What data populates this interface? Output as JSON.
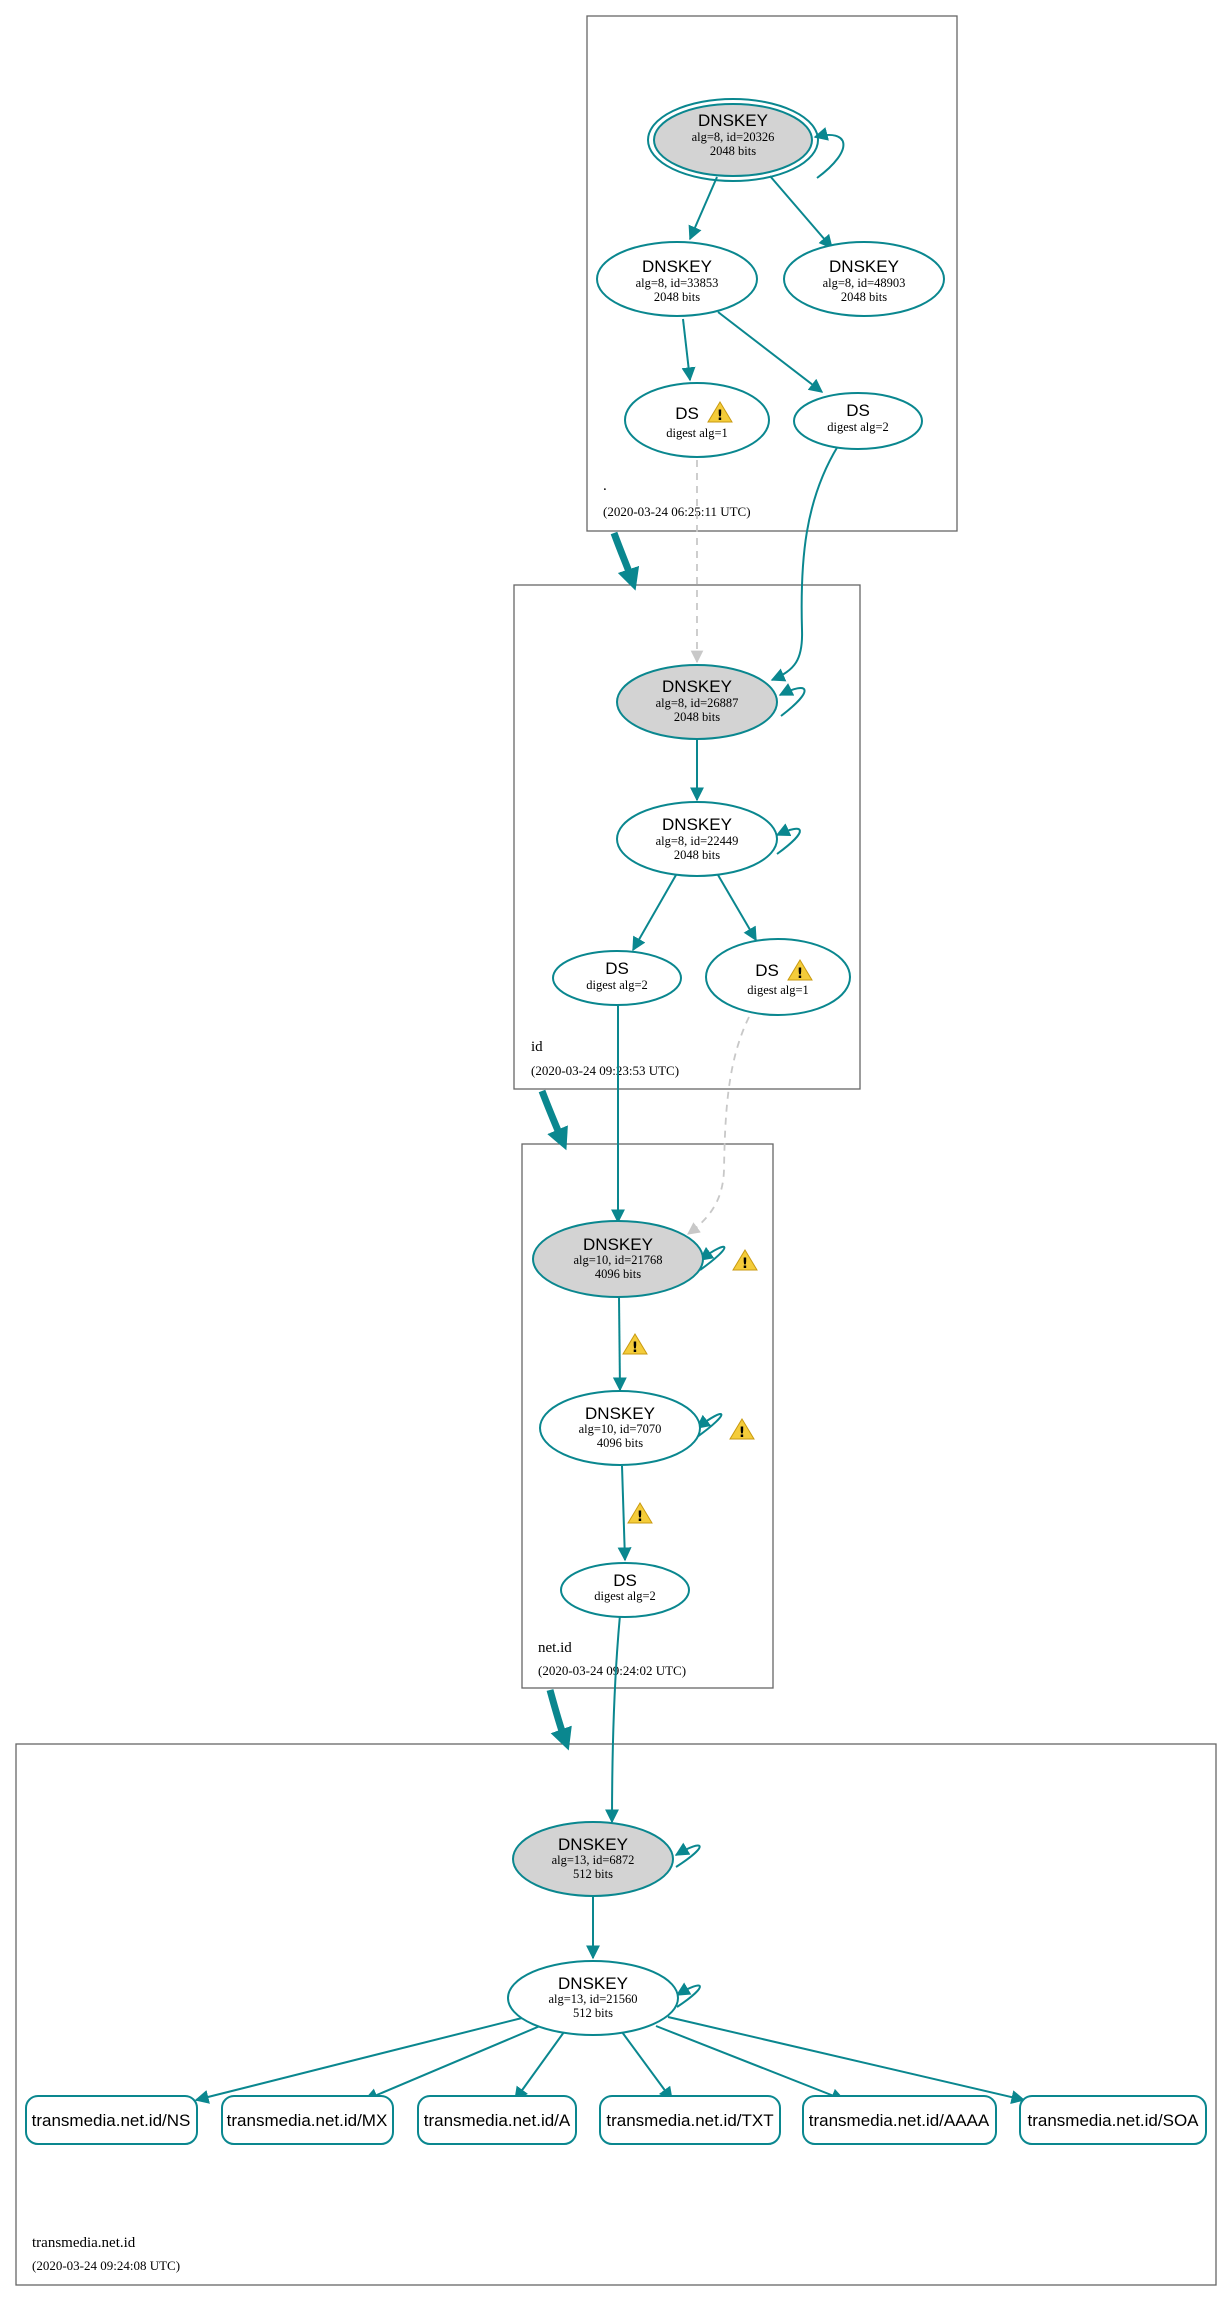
{
  "zones": {
    "root": {
      "name": ".",
      "timestamp": "(2020-03-24 06:25:11 UTC)"
    },
    "id": {
      "name": "id",
      "timestamp": "(2020-03-24 09:23:53 UTC)"
    },
    "netid": {
      "name": "net.id",
      "timestamp": "(2020-03-24 09:24:02 UTC)"
    },
    "transmedia": {
      "name": "transmedia.net.id",
      "timestamp": "(2020-03-24 09:24:08 UTC)"
    }
  },
  "nodes": {
    "root_ksk": {
      "title": "DNSKEY",
      "line1": "alg=8, id=20326",
      "line2": "2048 bits"
    },
    "root_zsk1": {
      "title": "DNSKEY",
      "line1": "alg=8, id=33853",
      "line2": "2048 bits"
    },
    "root_zsk2": {
      "title": "DNSKEY",
      "line1": "alg=8, id=48903",
      "line2": "2048 bits"
    },
    "root_ds1": {
      "title": "DS",
      "line1": "digest alg=1"
    },
    "root_ds2": {
      "title": "DS",
      "line1": "digest alg=2"
    },
    "id_ksk": {
      "title": "DNSKEY",
      "line1": "alg=8, id=26887",
      "line2": "2048 bits"
    },
    "id_zsk": {
      "title": "DNSKEY",
      "line1": "alg=8, id=22449",
      "line2": "2048 bits"
    },
    "id_ds2": {
      "title": "DS",
      "line1": "digest alg=2"
    },
    "id_ds1": {
      "title": "DS",
      "line1": "digest alg=1"
    },
    "netid_ksk": {
      "title": "DNSKEY",
      "line1": "alg=10, id=21768",
      "line2": "4096 bits"
    },
    "netid_zsk": {
      "title": "DNSKEY",
      "line1": "alg=10, id=7070",
      "line2": "4096 bits"
    },
    "netid_ds": {
      "title": "DS",
      "line1": "digest alg=2"
    },
    "tm_ksk": {
      "title": "DNSKEY",
      "line1": "alg=13, id=6872",
      "line2": "512 bits"
    },
    "tm_zsk": {
      "title": "DNSKEY",
      "line1": "alg=13, id=21560",
      "line2": "512 bits"
    }
  },
  "records": [
    "transmedia.net.id/NS",
    "transmedia.net.id/MX",
    "transmedia.net.id/A",
    "transmedia.net.id/TXT",
    "transmedia.net.id/AAAA",
    "transmedia.net.id/SOA"
  ],
  "colors": {
    "edge": "#0a878f",
    "ksk_fill": "#d3d3d3",
    "insecure_edge": "#c8c8c8",
    "warning": "#f4cc3a"
  },
  "icons": {
    "warning": "warning-icon"
  }
}
